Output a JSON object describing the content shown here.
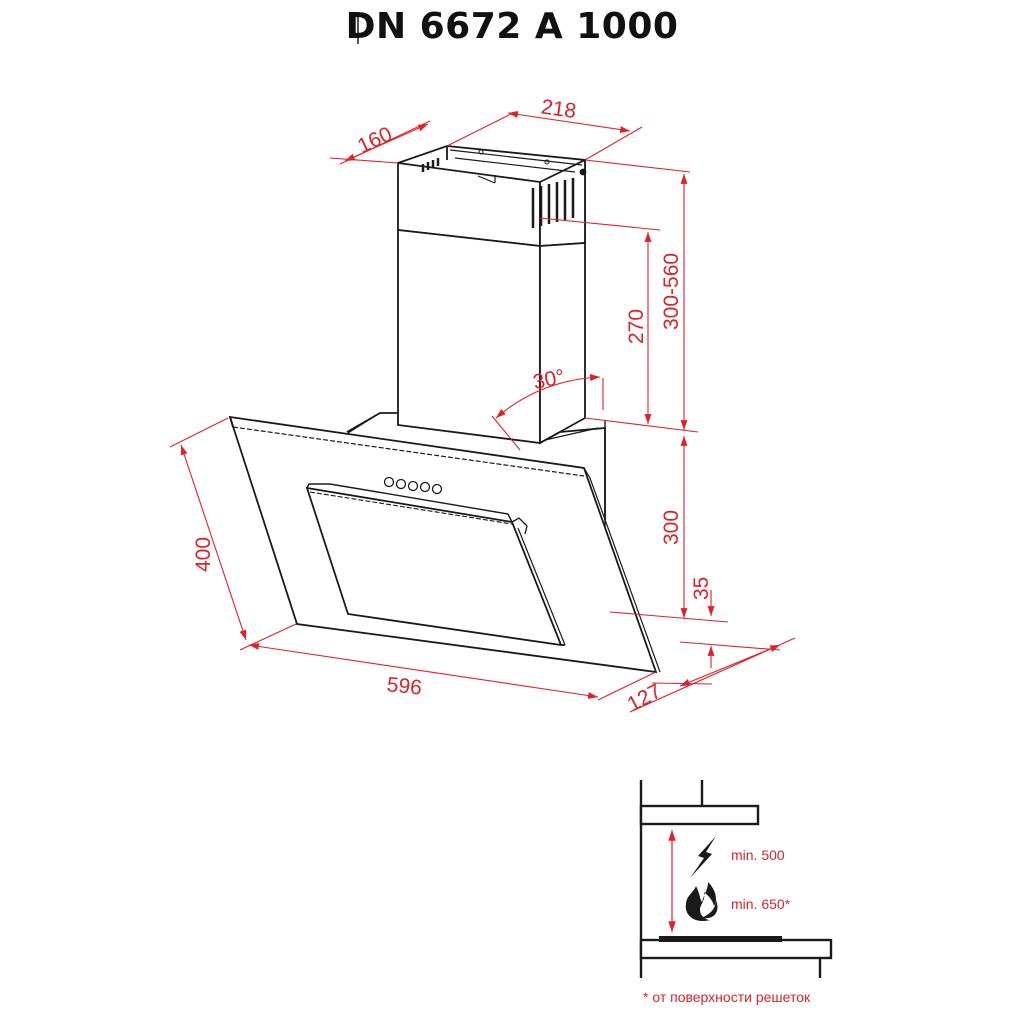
{
  "title": "DN 6672 A 1000",
  "colors": {
    "dimension": "#d8232a",
    "outline": "#1a1a1a",
    "background": "#ffffff"
  },
  "dimensions": {
    "chimney_depth": "160",
    "chimney_width": "218",
    "upper_chimney_height": "270",
    "chimney_range": "300-560",
    "tilt_angle": "30°",
    "body_height": "300",
    "bottom_offset": "35",
    "panel_depth": "400",
    "width": "596",
    "bottom_depth": "127"
  },
  "installation": {
    "electric_min": "min. 500",
    "gas_min": "min. 650*",
    "footnote": "* от поверхности решеток",
    "icons": [
      "lightning-icon",
      "flame-icon"
    ]
  },
  "control_buttons": 5
}
